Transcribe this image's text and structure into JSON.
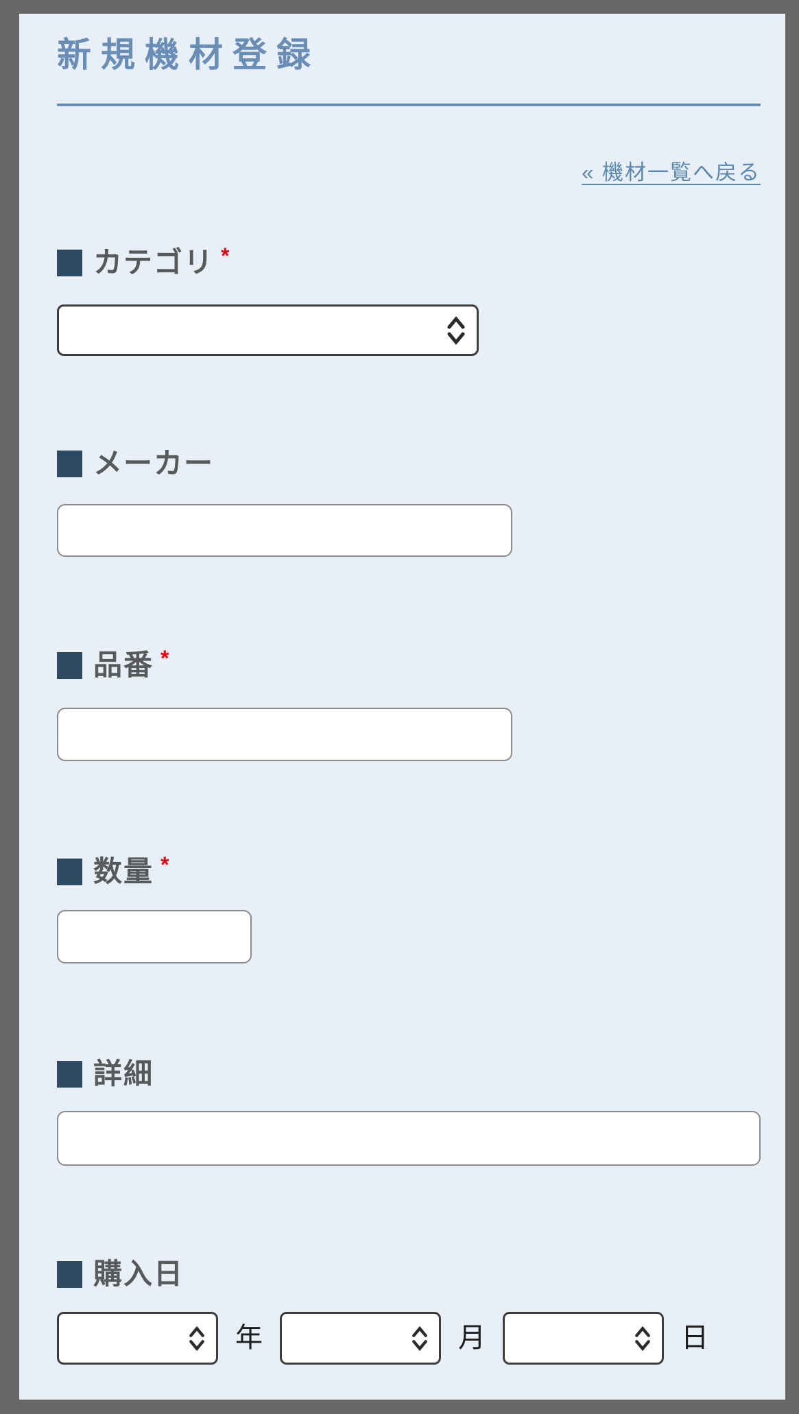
{
  "window": {
    "frame_color": "#676767",
    "background_color": "#e8eff7"
  },
  "header": {
    "title": "新規機材登録"
  },
  "nav": {
    "back_link_label": "« 機材一覧へ戻る"
  },
  "form": {
    "required_mark": "*",
    "fields": [
      {
        "id": "category",
        "label": "カテゴリ",
        "required": true,
        "control": "select",
        "value": ""
      },
      {
        "id": "maker",
        "label": "メーカー",
        "required": false,
        "control": "text",
        "value": ""
      },
      {
        "id": "part_number",
        "label": "品番",
        "required": true,
        "control": "text",
        "value": ""
      },
      {
        "id": "quantity",
        "label": "数量",
        "required": true,
        "control": "text",
        "value": ""
      },
      {
        "id": "detail",
        "label": "詳細",
        "required": false,
        "control": "text",
        "value": ""
      },
      {
        "id": "purchase_date",
        "label": "購入日",
        "required": false,
        "control": "date-selects",
        "units": {
          "year": "年",
          "month": "月",
          "day": "日"
        },
        "selected": {
          "year": "",
          "month": "",
          "day": ""
        }
      }
    ]
  },
  "icons": {
    "select_indicator": "chevron-up-down"
  },
  "colors": {
    "title_text": "#6a8db6",
    "title_rule": "#5b87ae",
    "link_text": "#5b87ae",
    "label_bullet": "#2e4a63",
    "label_text": "#58595b",
    "required_mark": "#e60012",
    "select_border": "#3d3d3d",
    "input_border": "#8a8a8a",
    "field_background": "#ffffff",
    "unit_text": "#1d1d1f"
  }
}
